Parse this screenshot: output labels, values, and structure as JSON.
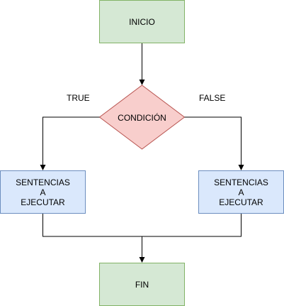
{
  "nodes": {
    "start": "INICIO",
    "condition": "CONDICIÓN",
    "left_action": [
      "SENTENCIAS",
      "A",
      "EJECUTAR"
    ],
    "right_action": [
      "SENTENCIAS",
      "A",
      "EJECUTAR"
    ],
    "end": "FIN"
  },
  "edges": {
    "true_label": "TRUE",
    "false_label": "FALSE"
  },
  "colors": {
    "terminal_fill": "#d5e8d4",
    "terminal_stroke": "#82b366",
    "decision_fill": "#f8cecc",
    "decision_stroke": "#b85450",
    "action_fill": "#dae8fc",
    "action_stroke": "#6c8ebf",
    "connector": "#000000"
  }
}
